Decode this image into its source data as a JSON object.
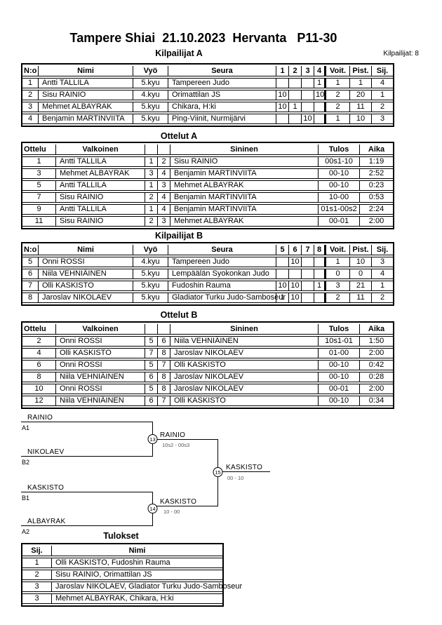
{
  "page": {
    "title": "Tampere Shiai  21.10.2023  Hervanta   P11-30",
    "competitors_label": "Kilpailijat: 8"
  },
  "pool_a": {
    "heading": "Kilpailijat A",
    "headers": {
      "no": "N:o",
      "name": "Nimi",
      "belt": "Vyö",
      "club": "Seura",
      "wins": "Voit.",
      "points": "Pist.",
      "place": "Sij."
    },
    "score_headers": [
      "1",
      "2",
      "3",
      "4"
    ],
    "rows": [
      {
        "no": "1",
        "name": "Antti TALLILA",
        "belt": "5.kyu",
        "club": "Tampereen Judo",
        "scores": [
          "",
          "",
          "",
          "1"
        ],
        "wins": "1",
        "points": "1",
        "place": "4"
      },
      {
        "no": "2",
        "name": "Sisu RAINIO",
        "belt": "4.kyu",
        "club": "Orimattilan JS",
        "scores": [
          "10",
          "",
          "",
          "10"
        ],
        "wins": "2",
        "points": "20",
        "place": "1"
      },
      {
        "no": "3",
        "name": "Mehmet ALBAYRAK",
        "belt": "5.kyu",
        "club": "Chikara, H:ki",
        "scores": [
          "10",
          "1",
          "",
          ""
        ],
        "wins": "2",
        "points": "11",
        "place": "2"
      },
      {
        "no": "4",
        "name": "Benjamin MARTINVIITA",
        "belt": "5.kyu",
        "club": "Ping-Viinit, Nurmijärvi",
        "scores": [
          "",
          "",
          "10",
          ""
        ],
        "wins": "1",
        "points": "10",
        "place": "3"
      }
    ]
  },
  "matches_a": {
    "heading": "Ottelut A",
    "headers": {
      "match": "Ottelu",
      "white": "Valkoinen",
      "blue": "Sininen",
      "result": "Tulos",
      "time": "Aika"
    },
    "rows": [
      {
        "no": "1",
        "white": "Antti TALLILA",
        "wn": "1",
        "bn": "2",
        "blue": "Sisu RAINIO",
        "result": "00s1-10",
        "time": "1:19"
      },
      {
        "no": "3",
        "white": "Mehmet ALBAYRAK",
        "wn": "3",
        "bn": "4",
        "blue": "Benjamin MARTINVIITA",
        "result": "00-10",
        "time": "2:52"
      },
      {
        "no": "5",
        "white": "Antti TALLILA",
        "wn": "1",
        "bn": "3",
        "blue": "Mehmet ALBAYRAK",
        "result": "00-10",
        "time": "0:23"
      },
      {
        "no": "7",
        "white": "Sisu RAINIO",
        "wn": "2",
        "bn": "4",
        "blue": "Benjamin MARTINVIITA",
        "result": "10-00",
        "time": "0:53"
      },
      {
        "no": "9",
        "white": "Antti TALLILA",
        "wn": "1",
        "bn": "4",
        "blue": "Benjamin MARTINVIITA",
        "result": "01s1-00s2",
        "time": "2:24"
      },
      {
        "no": "11",
        "white": "Sisu RAINIO",
        "wn": "2",
        "bn": "3",
        "blue": "Mehmet ALBAYRAK",
        "result": "00-01",
        "time": "2:00"
      }
    ]
  },
  "pool_b": {
    "heading": "Kilpailijat B",
    "headers": {
      "no": "N:o",
      "name": "Nimi",
      "belt": "Vyö",
      "club": "Seura",
      "wins": "Voit.",
      "points": "Pist.",
      "place": "Sij."
    },
    "score_headers": [
      "5",
      "6",
      "7",
      "8"
    ],
    "rows": [
      {
        "no": "5",
        "name": "Onni ROSSI",
        "belt": "4.kyu",
        "club": "Tampereen Judo",
        "scores": [
          "",
          "10",
          "",
          ""
        ],
        "wins": "1",
        "points": "10",
        "place": "3"
      },
      {
        "no": "6",
        "name": "Niila VEHNIÄINEN",
        "belt": "5.kyu",
        "club": "Lempäälän Syokonkan Judo",
        "scores": [
          "",
          "",
          "",
          ""
        ],
        "wins": "0",
        "points": "0",
        "place": "4"
      },
      {
        "no": "7",
        "name": "Olli KASKISTO",
        "belt": "5.kyu",
        "club": "Fudoshin Rauma",
        "scores": [
          "10",
          "10",
          "",
          "1"
        ],
        "wins": "3",
        "points": "21",
        "place": "1"
      },
      {
        "no": "8",
        "name": "Jaroslav NIKOLAEV",
        "belt": "5.kyu",
        "club": "Gladiator Turku Judo-Samboseur",
        "scores": [
          "1",
          "10",
          "",
          ""
        ],
        "wins": "2",
        "points": "11",
        "place": "2"
      }
    ]
  },
  "matches_b": {
    "heading": "Ottelut B",
    "headers": {
      "match": "Ottelu",
      "white": "Valkoinen",
      "blue": "Sininen",
      "result": "Tulos",
      "time": "Aika"
    },
    "rows": [
      {
        "no": "2",
        "white": "Onni ROSSI",
        "wn": "5",
        "bn": "6",
        "blue": "Niila VEHNIÄINEN",
        "result": "10s1-01",
        "time": "1:50"
      },
      {
        "no": "4",
        "white": "Olli KASKISTO",
        "wn": "7",
        "bn": "8",
        "blue": "Jaroslav NIKOLAEV",
        "result": "01-00",
        "time": "2:00"
      },
      {
        "no": "6",
        "white": "Onni ROSSI",
        "wn": "5",
        "bn": "7",
        "blue": "Olli KASKISTO",
        "result": "00-10",
        "time": "0:42"
      },
      {
        "no": "8",
        "white": "Niila VEHNIÄINEN",
        "wn": "6",
        "bn": "8",
        "blue": "Jaroslav NIKOLAEV",
        "result": "00-10",
        "time": "0:28"
      },
      {
        "no": "10",
        "white": "Onni ROSSI",
        "wn": "5",
        "bn": "8",
        "blue": "Jaroslav NIKOLAEV",
        "result": "00-01",
        "time": "2:00"
      },
      {
        "no": "12",
        "white": "Niila VEHNIÄINEN",
        "wn": "6",
        "bn": "7",
        "blue": "Olli KASKISTO",
        "result": "00-10",
        "time": "0:34"
      }
    ]
  },
  "bracket": {
    "slot1_name": "RAINIO",
    "slot1_seed": "A1",
    "slot2_name": "NIKOLAEV",
    "slot2_seed": "B2",
    "slot3_name": "KASKISTO",
    "slot3_seed": "B1",
    "slot4_name": "ALBAYRAK",
    "slot4_seed": "A2",
    "semi1_no": "13",
    "semi1_winner": "RAINIO",
    "semi1_score": "10s2 - 00s3",
    "semi2_no": "14",
    "semi2_winner": "KASKISTO",
    "semi2_score": "10 - 00",
    "final_no": "15",
    "final_winner": "KASKISTO",
    "final_score": "00 - 10"
  },
  "results": {
    "heading": "Tulokset",
    "headers": {
      "place": "Sij.",
      "name": "Nimi"
    },
    "rows": [
      {
        "place": "1",
        "name": "Olli KASKISTO, Fudoshin Rauma"
      },
      {
        "place": "2",
        "name": "Sisu RAINIO, Orimattilan JS"
      },
      {
        "place": "3",
        "name": "Jaroslav NIKOLAEV, Gladiator Turku Judo-Samboseur"
      },
      {
        "place": "3",
        "name": "Mehmet ALBAYRAK, Chikara, H:ki"
      }
    ]
  }
}
